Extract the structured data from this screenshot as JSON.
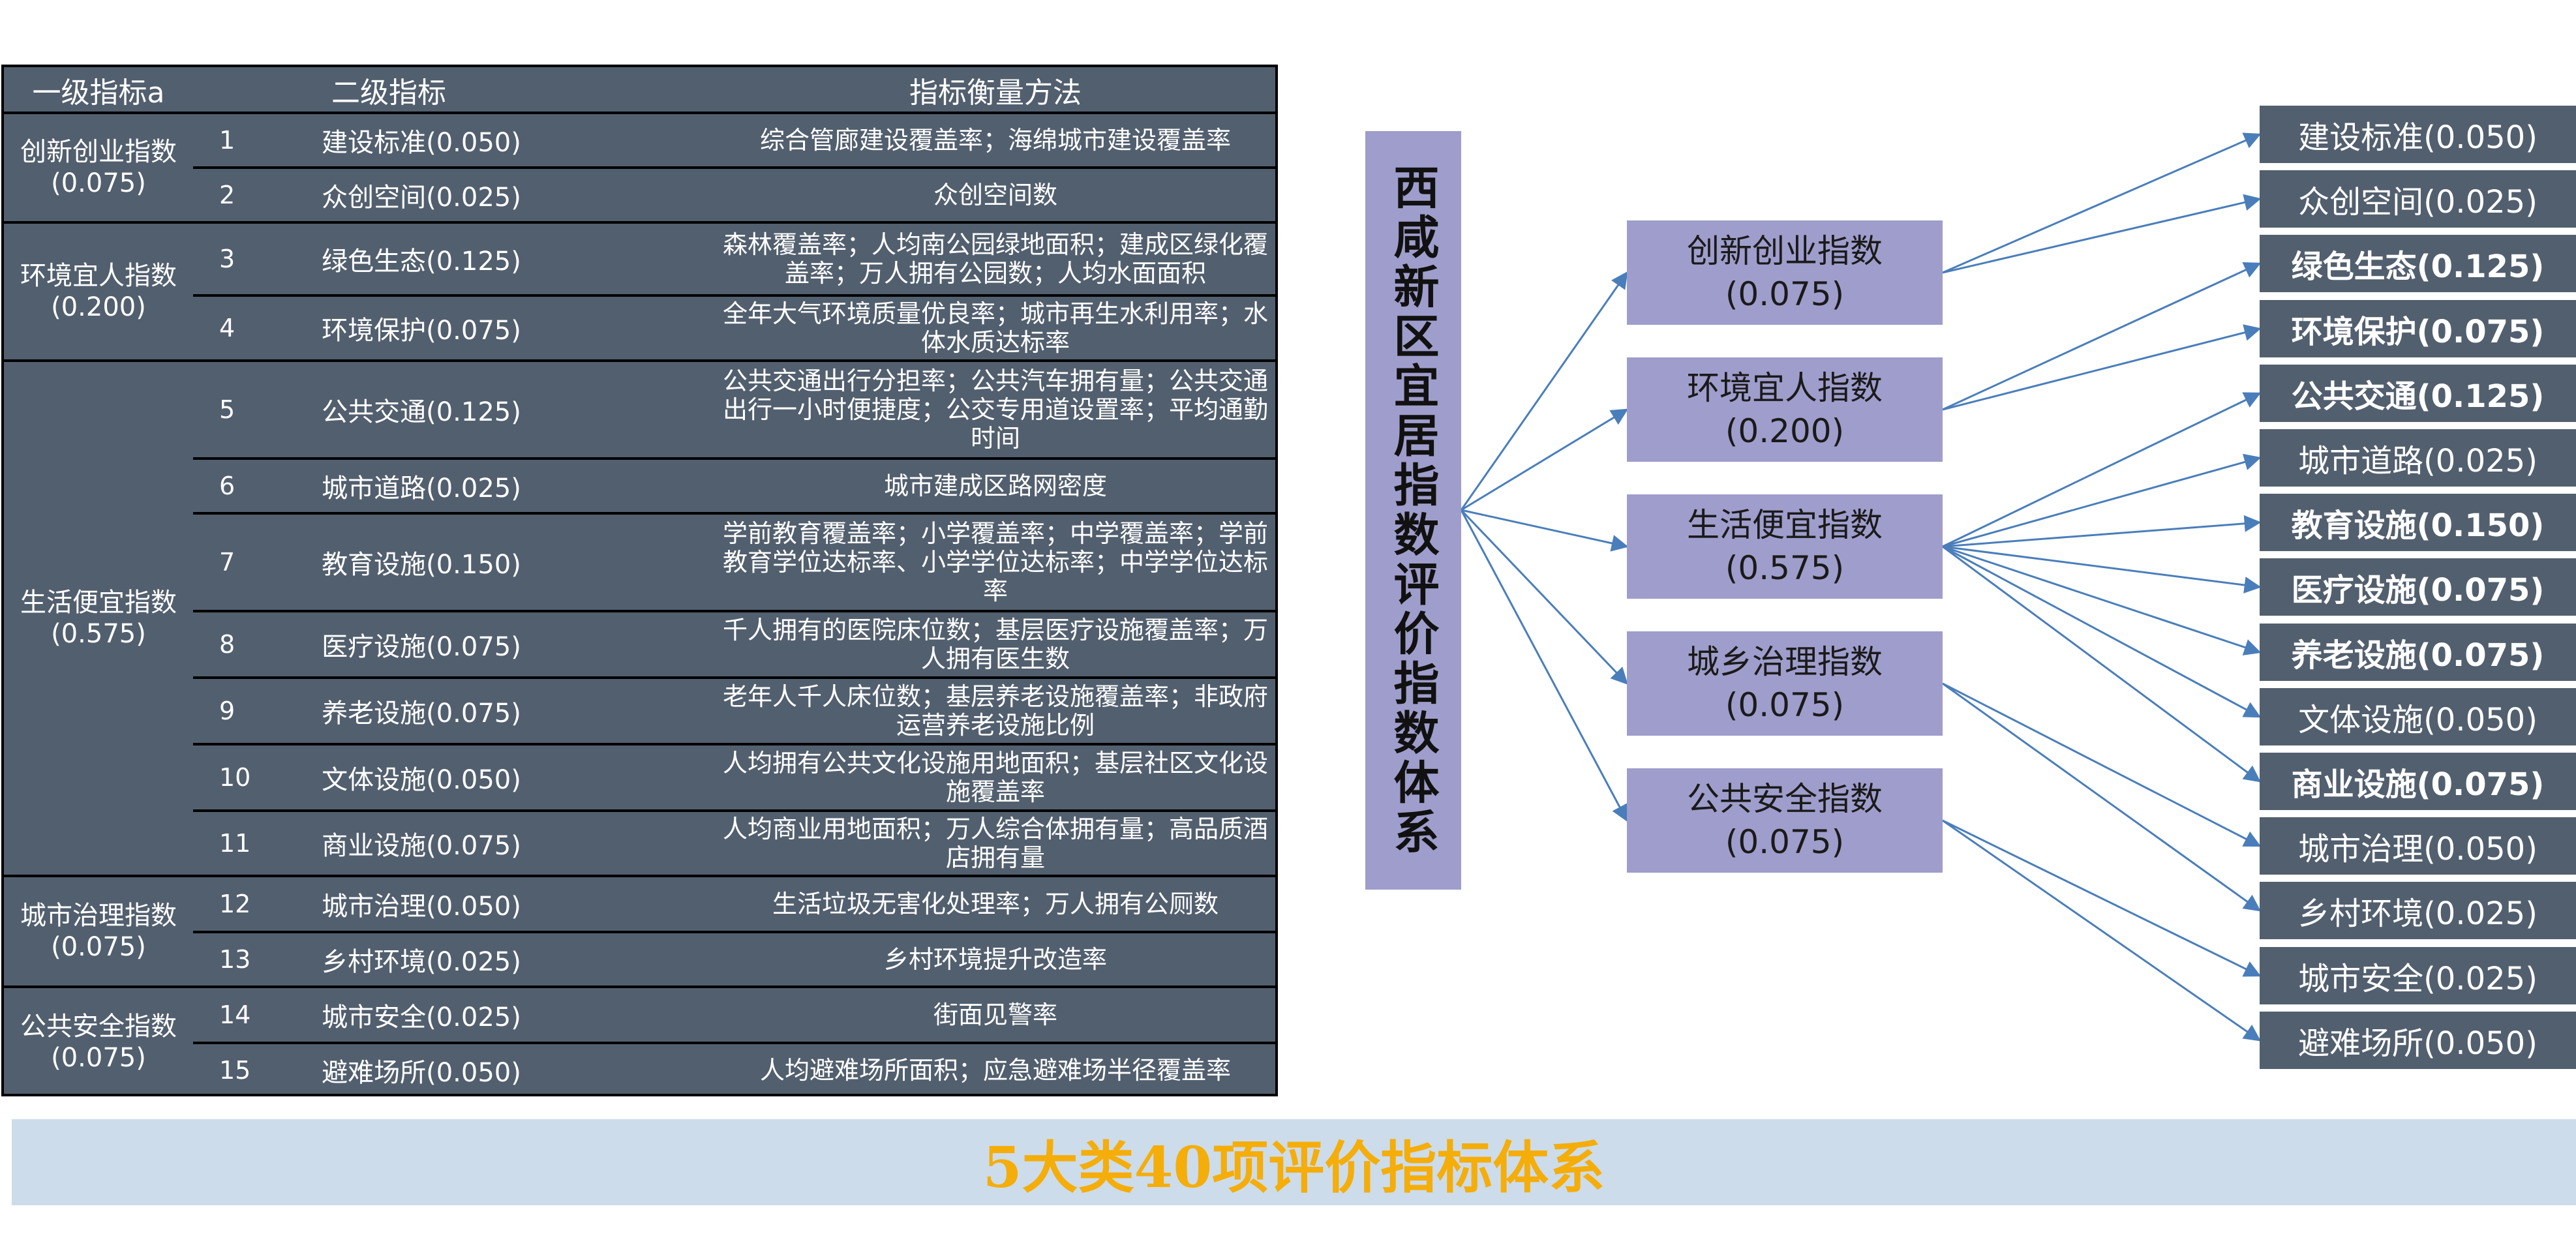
{
  "table": {
    "headers": {
      "level1": "一级指标a",
      "level2": "二级指标",
      "method": "指标衡量方法"
    },
    "categories": [
      {
        "name": "创新创业指数",
        "weight": "(0.075)"
      },
      {
        "name": "环境宜人指数",
        "weight": "(0.200)"
      },
      {
        "name": "生活便宜指数",
        "weight": "(0.575)"
      },
      {
        "name": "城市治理指数",
        "weight": "(0.075)"
      },
      {
        "name": "公共安全指数",
        "weight": "(0.075)"
      }
    ],
    "rows": [
      {
        "no": "1",
        "indicator": "建设标准(0.050)",
        "method": "综合管廊建设覆盖率；海绵城市建设覆盖率"
      },
      {
        "no": "2",
        "indicator": "众创空间(0.025)",
        "method": "众创空间数"
      },
      {
        "no": "3",
        "indicator": "绿色生态(0.125)",
        "method": "森林覆盖率；人均南公园绿地面积；建成区绿化覆盖率；万人拥有公园数；人均水面面积"
      },
      {
        "no": "4",
        "indicator": "环境保护(0.075)",
        "method": "全年大气环境质量优良率；城市再生水利用率；水体水质达标率"
      },
      {
        "no": "5",
        "indicator": "公共交通(0.125)",
        "method": "公共交通出行分担率；公共汽车拥有量；公共交通出行一小时便捷度；公交专用道设置率；平均通勤时间"
      },
      {
        "no": "6",
        "indicator": "城市道路(0.025)",
        "method": "城市建成区路网密度"
      },
      {
        "no": "7",
        "indicator": "教育设施(0.150)",
        "method": "学前教育覆盖率；小学覆盖率；中学覆盖率；学前教育学位达标率、小学学位达标率；中学学位达标率"
      },
      {
        "no": "8",
        "indicator": "医疗设施(0.075)",
        "method": "千人拥有的医院床位数；基层医疗设施覆盖率；万人拥有医生数"
      },
      {
        "no": "9",
        "indicator": "养老设施(0.075)",
        "method": "老年人千人床位数；基层养老设施覆盖率；非政府运营养老设施比例"
      },
      {
        "no": "10",
        "indicator": "文体设施(0.050)",
        "method": "人均拥有公共文化设施用地面积；基层社区文化设施覆盖率"
      },
      {
        "no": "11",
        "indicator": "商业设施(0.075)",
        "method": "人均商业用地面积；万人综合体拥有量；高品质酒店拥有量"
      },
      {
        "no": "12",
        "indicator": "城市治理(0.050)",
        "method": "生活垃圾无害化处理率；万人拥有公厕数"
      },
      {
        "no": "13",
        "indicator": "乡村环境(0.025)",
        "method": "乡村环境提升改造率"
      },
      {
        "no": "14",
        "indicator": "城市安全(0.025)",
        "method": "街面见警率"
      },
      {
        "no": "15",
        "indicator": "避难场所(0.050)",
        "method": "人均避难场所面积；应急避难场半径覆盖率"
      }
    ]
  },
  "diagram": {
    "title": "西咸新区宜居指数评价指数体系",
    "categories": [
      {
        "name": "创新创业指数",
        "weight": "(0.075)"
      },
      {
        "name": "环境宜人指数",
        "weight": "(0.200)"
      },
      {
        "name": "生活便宜指数",
        "weight": "(0.575)"
      },
      {
        "name": "城乡治理指数",
        "weight": "(0.075)"
      },
      {
        "name": "公共安全指数",
        "weight": "(0.075)"
      }
    ],
    "indicators": [
      {
        "label": "建设标准(0.050)",
        "bold": false
      },
      {
        "label": "众创空间(0.025)",
        "bold": false
      },
      {
        "label": "绿色生态(0.125)",
        "bold": true
      },
      {
        "label": "环境保护(0.075)",
        "bold": true
      },
      {
        "label": "公共交通(0.125)",
        "bold": true
      },
      {
        "label": "城市道路(0.025)",
        "bold": false
      },
      {
        "label": "教育设施(0.150)",
        "bold": true
      },
      {
        "label": "医疗设施(0.075)",
        "bold": true
      },
      {
        "label": "养老设施(0.075)",
        "bold": true
      },
      {
        "label": "文体设施(0.050)",
        "bold": false
      },
      {
        "label": "商业设施(0.075)",
        "bold": true
      },
      {
        "label": "城市治理(0.050)",
        "bold": false
      },
      {
        "label": "乡村环境(0.025)",
        "bold": false
      },
      {
        "label": "城市安全(0.025)",
        "bold": false
      },
      {
        "label": "避难场所(0.050)",
        "bold": false
      }
    ],
    "line_color": "#4a7ebb"
  },
  "footer": {
    "text": "5大类40项评价指标体系"
  }
}
